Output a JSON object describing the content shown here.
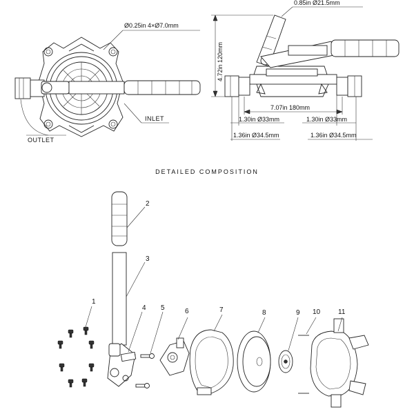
{
  "top_view": {
    "hole_dim": "Ø0.25in  4×Ø7.0mm",
    "inlet_label": "INLET",
    "outlet_label": "OUTLET"
  },
  "side_view": {
    "handle_dim": "0.85in  Ø21.5mm",
    "height_dim": "4.72in  120mm",
    "width_dim": "7.07in  180mm",
    "port_left_inner": "1.30in  Ø33mm",
    "port_right_inner": "1.30in  Ø33mm",
    "port_left_outer": "1.36in  Ø34.5mm",
    "port_right_outer": "1.36in  Ø34.5mm"
  },
  "section_title": "DETAILED COMPOSITION",
  "parts": [
    "1",
    "2",
    "3",
    "4",
    "5",
    "6",
    "7",
    "8",
    "9",
    "10",
    "11"
  ]
}
